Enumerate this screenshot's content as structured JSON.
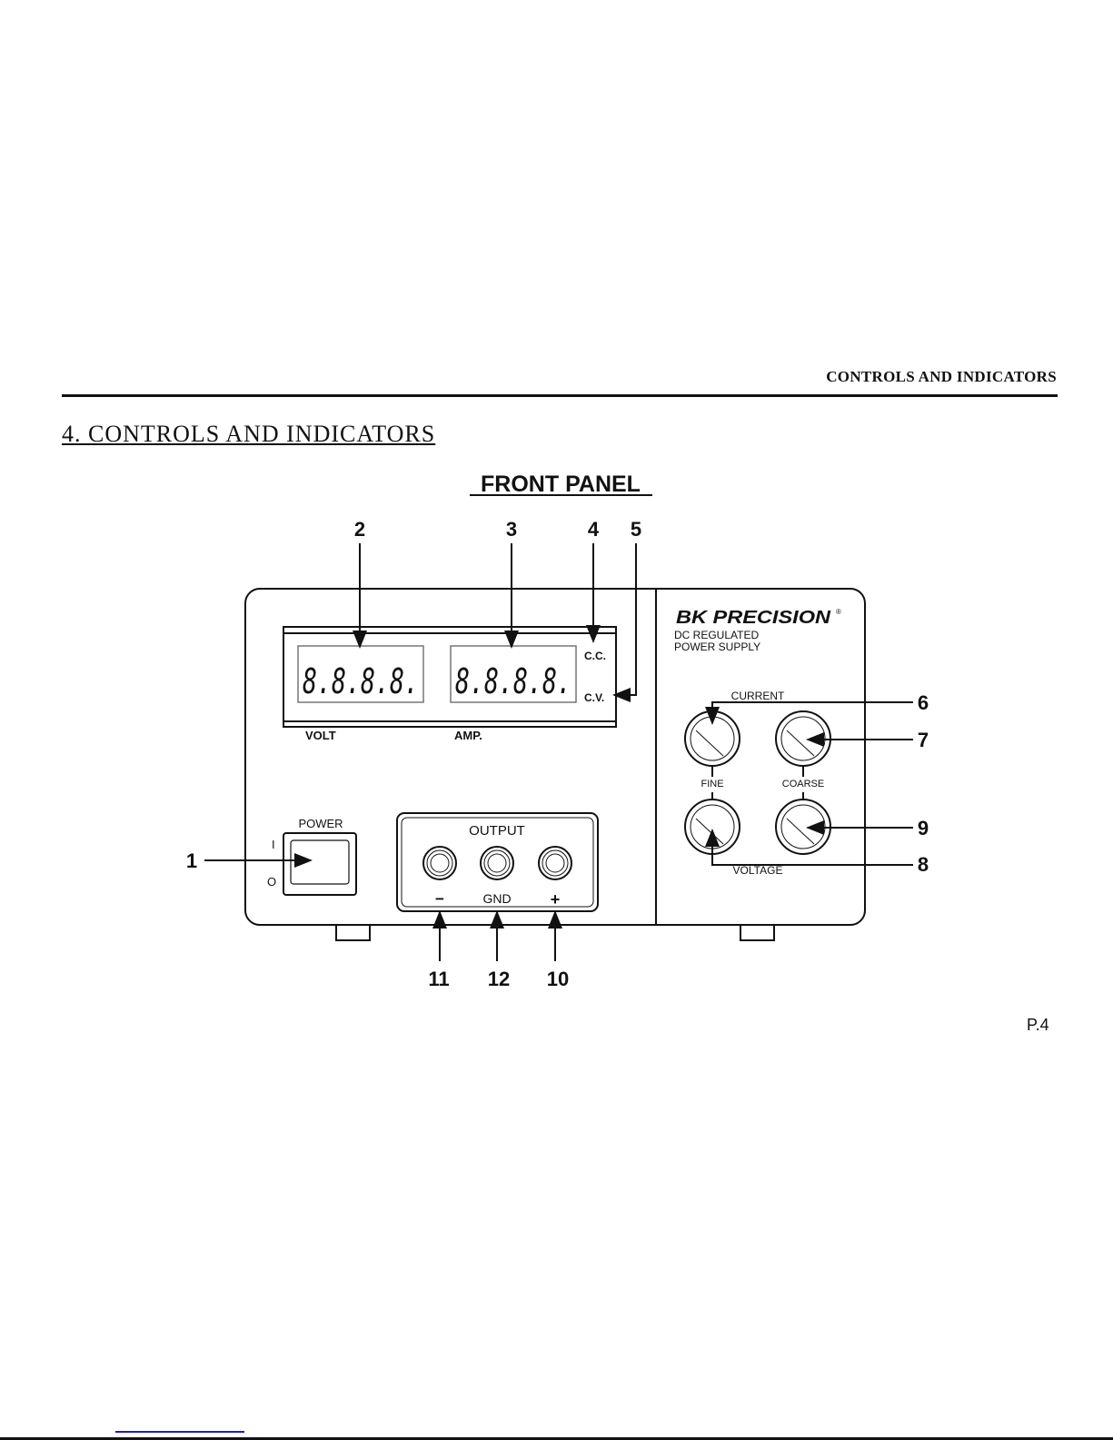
{
  "header": {
    "running_title": "CONTROLS AND INDICATORS"
  },
  "section": {
    "title": "4. CONTROLS AND INDICATORS"
  },
  "figure": {
    "title": "FRONT PANEL",
    "brand": "BK PRECISION",
    "brand_mark": "®",
    "subtitle_line1": "DC  REGULATED",
    "subtitle_line2": "POWER  SUPPLY",
    "volt_display": "8.8.8.8.",
    "amp_display": "8.8.8.8.",
    "volt_label": "VOLT",
    "amp_label": "AMP.",
    "cc_label": "C.C.",
    "cv_label": "C.V.",
    "power_label": "POWER",
    "on_label": "I",
    "off_label": "O",
    "output_label": "OUTPUT",
    "minus_label": "−",
    "gnd_label": "GND",
    "plus_label": "+",
    "current_label": "CURRENT",
    "voltage_label": "VOLTAGE",
    "fine_label": "FINE",
    "coarse_label": "COARSE",
    "callouts": [
      "1",
      "2",
      "3",
      "4",
      "5",
      "6",
      "7",
      "8",
      "9",
      "10",
      "11",
      "12"
    ]
  },
  "footer": {
    "page_number": "P.4"
  }
}
